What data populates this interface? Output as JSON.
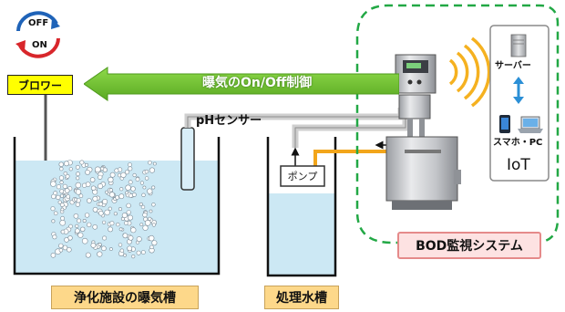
{
  "toggle": {
    "off_label": "OFF",
    "on_label": "ON"
  },
  "blower": {
    "label": "ブロワー"
  },
  "control_arrow": {
    "label": "曝気のOn/Off制御"
  },
  "ph_sensor": {
    "label": "pHセンサー"
  },
  "pump": {
    "label": "ポンプ"
  },
  "aeration_tank": {
    "label": "浄化施設の曝気槽"
  },
  "treated_tank": {
    "label": "処理水槽"
  },
  "iot": {
    "server_label": "サーバー",
    "devices_label": "スマホ・PC",
    "title": "IoT"
  },
  "bod_system": {
    "label": "BOD監視システム"
  },
  "colors": {
    "toggle_red": "#d8262b",
    "toggle_blue": "#1f63b8",
    "blower_fill": "#ffff00",
    "arrow_green": "#6fc62c",
    "water_blue": "#cce8f4",
    "label_fill": "#fdd88a",
    "dashed_green": "#22a845",
    "bod_label_fill": "#fde2e2",
    "pipe_orange": "#f2a51a",
    "pipe_gray": "#d0d0d0"
  }
}
